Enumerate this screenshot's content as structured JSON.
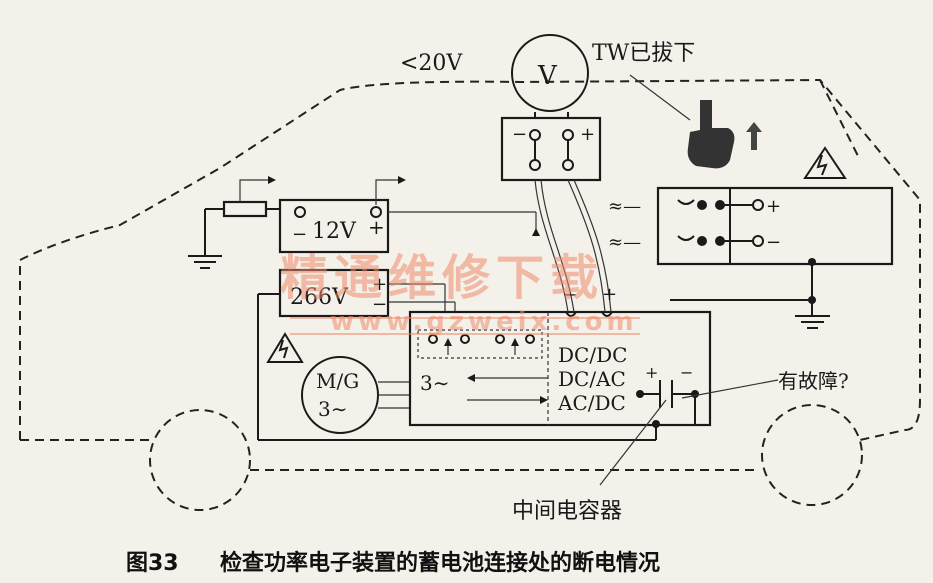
{
  "labels": {
    "voltage_limit": "<20V",
    "voltmeter": "V",
    "tw_removed": "TW已拔下",
    "battery_12v": "12V",
    "battery_266v": "266V",
    "motor_generator_line1": "M/G",
    "motor_generator_line2": "3∼",
    "three_phase": "3∼",
    "dcdc": "DC/DC",
    "dcac": "DC/AC",
    "acdc": "AC/DC",
    "fault_question": "有故障?",
    "capacitor": "中间电容器",
    "plus": "+",
    "minus": "−"
  },
  "caption": {
    "number": "图33",
    "text": "检查功率电子装置的蓄电池连接处的断电情况"
  },
  "watermark": {
    "text": "精通维修下载",
    "url": "www.gzweix.com"
  },
  "colors": {
    "line": "#1a1a1a",
    "watermark": "#f08a6a",
    "background": "#f3f1ea"
  }
}
